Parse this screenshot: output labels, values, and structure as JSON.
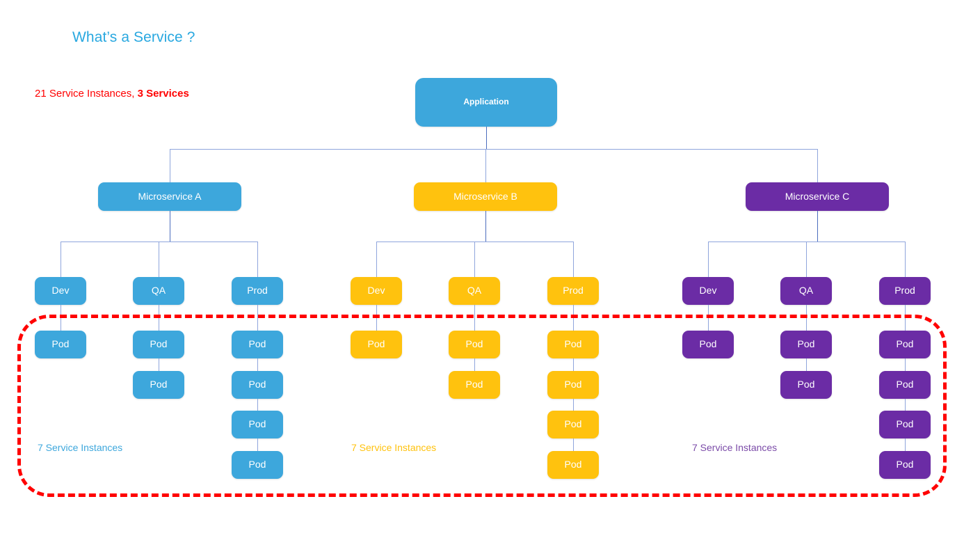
{
  "title": "What’s a Service ?",
  "summary": {
    "prefix": "21 Service Instances, ",
    "emphasis": "3 Services"
  },
  "colors": {
    "blue": "#3DA7DC",
    "amber": "#FFC20E",
    "purple": "#6B2CA5",
    "title": "#29A8E0",
    "alert": "#FF0000",
    "connector": "#7B93D3"
  },
  "application": {
    "label": "Application"
  },
  "microservices": [
    {
      "label": "Microservice A",
      "color": "blue",
      "caption": "7 Service Instances",
      "environments": [
        {
          "label": "Dev",
          "pods": [
            {
              "label": "Pod"
            }
          ]
        },
        {
          "label": "QA",
          "pods": [
            {
              "label": "Pod"
            },
            {
              "label": "Pod"
            }
          ]
        },
        {
          "label": "Prod",
          "pods": [
            {
              "label": "Pod"
            },
            {
              "label": "Pod"
            },
            {
              "label": "Pod"
            },
            {
              "label": "Pod"
            }
          ]
        }
      ]
    },
    {
      "label": "Microservice B",
      "color": "amber",
      "caption": "7 Service Instances",
      "environments": [
        {
          "label": "Dev",
          "pods": [
            {
              "label": "Pod"
            }
          ]
        },
        {
          "label": "QA",
          "pods": [
            {
              "label": "Pod"
            },
            {
              "label": "Pod"
            }
          ]
        },
        {
          "label": "Prod",
          "pods": [
            {
              "label": "Pod"
            },
            {
              "label": "Pod"
            },
            {
              "label": "Pod"
            },
            {
              "label": "Pod"
            }
          ]
        }
      ]
    },
    {
      "label": "Microservice C",
      "color": "purple",
      "caption": "7 Service Instances",
      "environments": [
        {
          "label": "Dev",
          "pods": [
            {
              "label": "Pod"
            }
          ]
        },
        {
          "label": "QA",
          "pods": [
            {
              "label": "Pod"
            },
            {
              "label": "Pod"
            }
          ]
        },
        {
          "label": "Prod",
          "pods": [
            {
              "label": "Pod"
            },
            {
              "label": "Pod"
            },
            {
              "label": "Pod"
            },
            {
              "label": "Pod"
            }
          ]
        }
      ]
    }
  ],
  "highlight": {
    "name": "service-instances-highlight"
  }
}
